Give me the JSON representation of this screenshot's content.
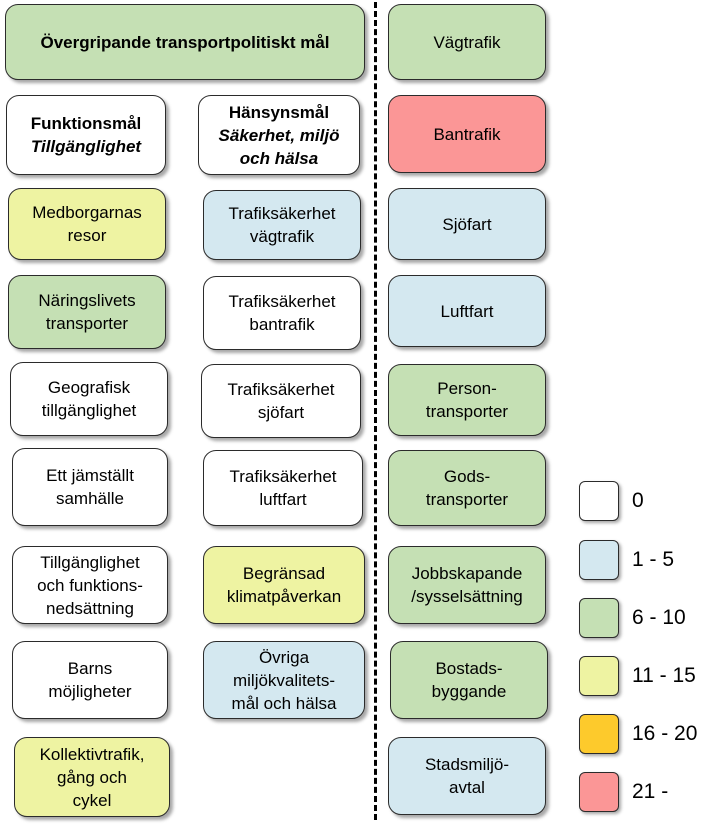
{
  "header": {
    "title": "Övergripande transportpolitiskt mål",
    "color": "green"
  },
  "function_goal": {
    "line1": "Funktionsmål",
    "line2": "Tillgänglighet"
  },
  "consideration_goal": {
    "line1": "Hänsynsmål",
    "line2": "Säkerhet, miljö",
    "line3": "och hälsa"
  },
  "left_column": [
    {
      "lines": [
        "Medborgarnas",
        "resor"
      ],
      "color": "yellow"
    },
    {
      "lines": [
        "Näringslivets",
        "transporter"
      ],
      "color": "green"
    },
    {
      "lines": [
        "Geografisk",
        "tillgänglighet"
      ],
      "color": "white"
    },
    {
      "lines": [
        "Ett jämställt",
        "samhälle"
      ],
      "color": "white"
    },
    {
      "lines": [
        "Tillgänglighet",
        "och funktions-",
        "nedsättning"
      ],
      "color": "white"
    },
    {
      "lines": [
        "Barns",
        "möjligheter"
      ],
      "color": "white"
    },
    {
      "lines": [
        "Kollektivtrafik,",
        "gång och",
        "cykel"
      ],
      "color": "yellow"
    }
  ],
  "middle_column": [
    {
      "lines": [
        "Trafiksäkerhet",
        "vägtrafik"
      ],
      "color": "blue"
    },
    {
      "lines": [
        "Trafiksäkerhet",
        "bantrafik"
      ],
      "color": "white"
    },
    {
      "lines": [
        "Trafiksäkerhet",
        "sjöfart"
      ],
      "color": "white"
    },
    {
      "lines": [
        "Trafiksäkerhet",
        "luftfart"
      ],
      "color": "white"
    },
    {
      "lines": [
        "Begränsad",
        "klimatpåverkan"
      ],
      "color": "yellow"
    },
    {
      "lines": [
        "Övriga",
        "miljökvalitets-",
        "mål och hälsa"
      ],
      "color": "blue"
    }
  ],
  "right_column": [
    {
      "lines": [
        "Vägtrafik"
      ],
      "color": "green"
    },
    {
      "lines": [
        "Bantrafik"
      ],
      "color": "red"
    },
    {
      "lines": [
        "Sjöfart"
      ],
      "color": "blue"
    },
    {
      "lines": [
        "Luftfart"
      ],
      "color": "blue"
    },
    {
      "lines": [
        "Person-",
        "transporter"
      ],
      "color": "green"
    },
    {
      "lines": [
        "Gods-",
        "transporter"
      ],
      "color": "green"
    },
    {
      "lines": [
        "Jobbskapande",
        "/sysselsättning"
      ],
      "color": "green"
    },
    {
      "lines": [
        "Bostads-",
        "byggande"
      ],
      "color": "green"
    },
    {
      "lines": [
        "Stadsmiljö-",
        "avtal"
      ],
      "color": "blue"
    }
  ],
  "legend": [
    {
      "label": "0",
      "color": "white"
    },
    {
      "label": "1 - 5",
      "color": "blue"
    },
    {
      "label": "6 - 10",
      "color": "green"
    },
    {
      "label": "11 - 15",
      "color": "yellow"
    },
    {
      "label": "16 - 20",
      "color": "orange"
    },
    {
      "label": "21 -",
      "color": "red"
    }
  ],
  "colors": {
    "white": "#ffffff",
    "blue": "#d4e8f0",
    "green": "#c5e0b4",
    "yellow": "#eef3a2",
    "orange": "#fdca2c",
    "red": "#fb9696"
  }
}
